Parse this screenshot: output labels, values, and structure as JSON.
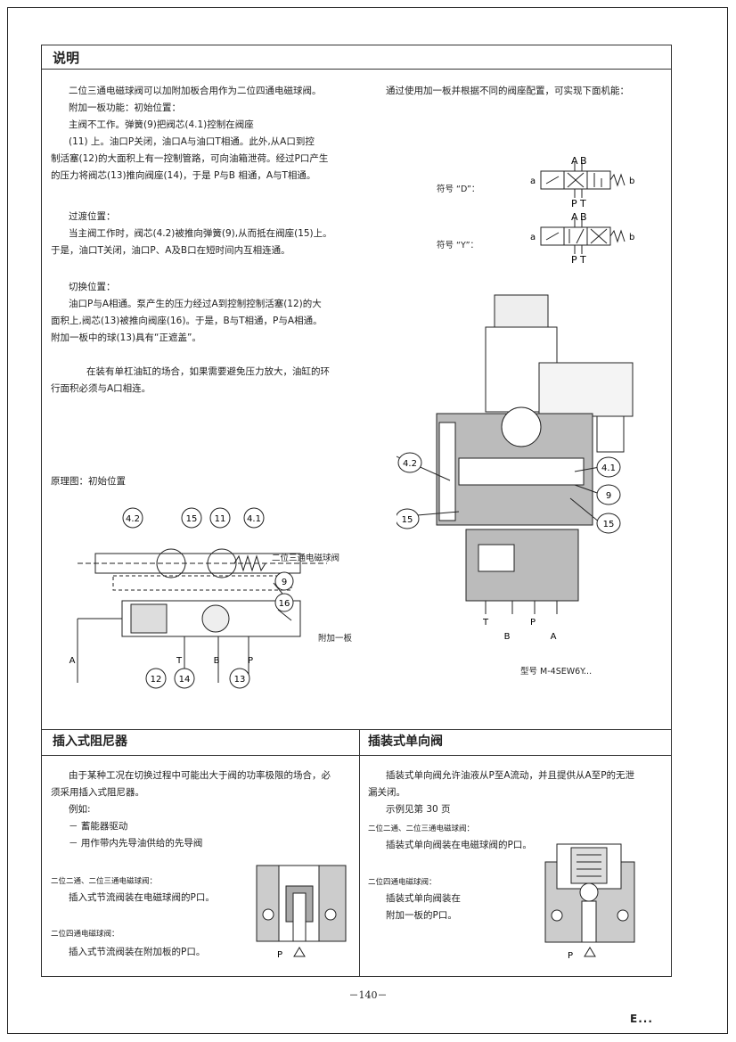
{
  "header": {
    "title": "说明"
  },
  "left_intro": [
    "二位三通电磁球阀可以加附加板合用作为二位四通电磁球阀。",
    "附加一板功能：初始位置：",
    "主阀不工作。弹簧(9)把阀芯(4.1)控制在阀座",
    "(11) 上。油口P关闭，油口A与油口T相通。此外,从A口到控",
    "制活塞(12)的大面积上有一控制管路，可向油箱泄荷。经过P口产生",
    "的压力将阀芯(13)推向阀座(14)，于是 P与B 相通，A与T相通。"
  ],
  "transition": [
    "过渡位置：",
    "当主阀工作时，阀芯(4.2)被推向弹簧(9),从而抵在阀座(15)上。",
    "于是，油口T关闭，油口P、A及B口在短时间内互相连通。"
  ],
  "switch": [
    "切换位置：",
    "油口P与A相通。泵产生的压力经过A到控制控制活塞(12)的大",
    "面积上,阀芯(13)被推向阀座(16)。于是，B与T相通，P与A相通。",
    "附加一板中的球(13)具有“正遮盖”。"
  ],
  "cylinder_note": [
    "在装有单杠油缸的场合，如果需要避免压力放大，油缸的环",
    "行面积必须与A口相连。"
  ],
  "right_intro": "通过使用加一板并根据不同的阀座配置，可实现下面机能：",
  "symbols": {
    "d_label": "符号 “D”：",
    "y_label": "符号 “Y”："
  },
  "schematic": {
    "title": "原理图：初始位置",
    "label_3way": "二位三通电磁球阀",
    "label_plate": "附加一板",
    "callouts": [
      "4.2",
      "15",
      "11",
      "4.1",
      "9",
      "16",
      "12",
      "14",
      "13"
    ],
    "ports": [
      "A",
      "T",
      "B",
      "P"
    ]
  },
  "section_drawing": {
    "callouts": [
      "4.2",
      "4.1",
      "9",
      "15",
      "15"
    ],
    "ports": [
      "T",
      "B",
      "P",
      "A"
    ],
    "model": "型号 M-4SEW6Y..."
  },
  "throttle": {
    "title": "插入式阻尼器",
    "lines": [
      "由于某种工况在切换过程中可能出大于阀的功率极限的场合，必",
      "须采用插入式阻尼器。",
      "例如:",
      "－ 蓄能器驱动",
      "－ 用作带内先导油供给的先导阀"
    ],
    "sub1": "二位二通、二位三通电磁球阀：",
    "sub1_text": "插入式节流阀装在电磁球阀的P口。",
    "sub2": "二位四通电磁球阀：",
    "sub2_text": "插入式节流阀装在附加板的P口。",
    "port": "P"
  },
  "check": {
    "title": "插装式单向阀",
    "lines": [
      "插装式单向阀允许油液从P至A流动，并且提供从A至P的无泄",
      "漏关闭。",
      "示例见第 30 页"
    ],
    "sub1": "二位二通、二位三通电磁球阀：",
    "sub1_text": "插装式单向阀装在电磁球阀的P口。",
    "sub2": "二位四通电磁球阀：",
    "sub2_text1": "插装式单向阀装在",
    "sub2_text2": "附加一板的P口。",
    "port": "P"
  },
  "footer": {
    "page": "－140－",
    "brand": "E..."
  }
}
